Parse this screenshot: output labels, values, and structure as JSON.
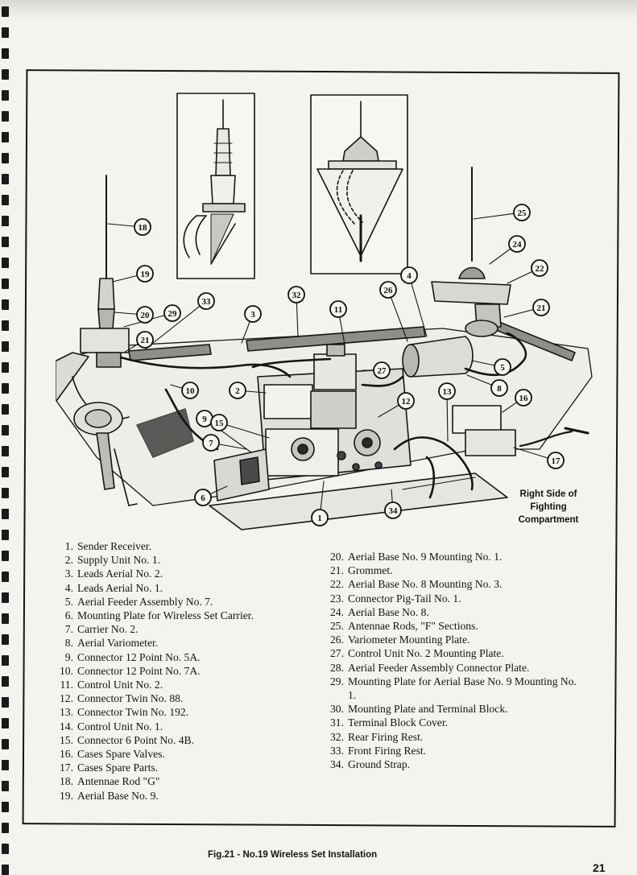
{
  "figure": {
    "caption": "Fig.21 - No.19 Wireless Set Installation",
    "page_number": "21",
    "side_label_lines": [
      "Right Side of",
      "Fighting",
      "Compartment"
    ]
  },
  "callouts": [
    "18",
    "19",
    "20",
    "29",
    "33",
    "21",
    "3",
    "32",
    "11",
    "26",
    "4",
    "25",
    "24",
    "22",
    "21",
    "10",
    "2",
    "27",
    "5",
    "8",
    "9",
    "15",
    "12",
    "13",
    "16",
    "7",
    "17",
    "6",
    "34",
    "1"
  ],
  "legend_left": [
    {
      "num": "1.",
      "text": "Sender Receiver."
    },
    {
      "num": "2.",
      "text": "Supply Unit No. 1."
    },
    {
      "num": "3.",
      "text": "Leads Aerial No. 2."
    },
    {
      "num": "4.",
      "text": "Leads Aerial No. 1."
    },
    {
      "num": "5.",
      "text": "Aerial Feeder Assembly No. 7."
    },
    {
      "num": "6.",
      "text": "Mounting Plate for Wireless Set Carrier."
    },
    {
      "num": "7.",
      "text": "Carrier No. 2."
    },
    {
      "num": "8.",
      "text": "Aerial Variometer."
    },
    {
      "num": "9.",
      "text": "Connector 12 Point No. 5A."
    },
    {
      "num": "10.",
      "text": "Connector 12 Point No. 7A."
    },
    {
      "num": "11.",
      "text": "Control Unit No. 2."
    },
    {
      "num": "12.",
      "text": "Connector Twin No. 88."
    },
    {
      "num": "13.",
      "text": "Connector Twin No. 192."
    },
    {
      "num": "14.",
      "text": "Control Unit No. 1."
    },
    {
      "num": "15.",
      "text": "Connector 6 Point No. 4B."
    },
    {
      "num": "16.",
      "text": "Cases Spare Valves."
    },
    {
      "num": "17.",
      "text": "Cases Spare Parts."
    },
    {
      "num": "18.",
      "text": "Antennae Rod \"G\""
    },
    {
      "num": "19.",
      "text": "Aerial Base No. 9."
    }
  ],
  "legend_right": [
    {
      "num": "20.",
      "text": "Aerial Base No. 9 Mounting No. 1."
    },
    {
      "num": "21.",
      "text": "Grommet."
    },
    {
      "num": "22.",
      "text": "Aerial Base No. 8 Mounting No. 3."
    },
    {
      "num": "23.",
      "text": "Connector Pig-Tail No. 1."
    },
    {
      "num": "24.",
      "text": "Aerial Base No. 8."
    },
    {
      "num": "25.",
      "text": "Antennae Rods, \"F\" Sections."
    },
    {
      "num": "26.",
      "text": "Variometer Mounting Plate."
    },
    {
      "num": "27.",
      "text": "Control Unit No. 2 Mounting Plate."
    },
    {
      "num": "28.",
      "text": "Aerial Feeder Assembly Connector Plate."
    },
    {
      "num": "29.",
      "text": "Mounting Plate for Aerial Base No. 9 Mounting No. 1."
    },
    {
      "num": "30.",
      "text": "Mounting Plate and Terminal Block."
    },
    {
      "num": "31.",
      "text": "Terminal Block Cover."
    },
    {
      "num": "32.",
      "text": "Rear Firing Rest."
    },
    {
      "num": "33.",
      "text": "Front Firing Rest."
    },
    {
      "num": "34.",
      "text": "Ground Strap."
    }
  ]
}
